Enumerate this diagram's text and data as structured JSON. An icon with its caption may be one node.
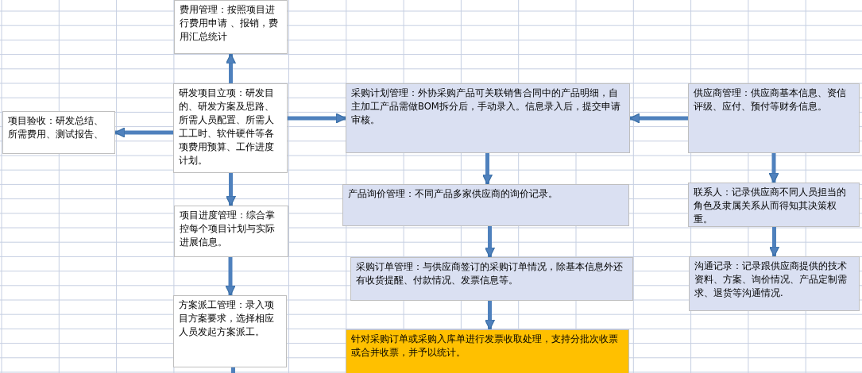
{
  "diagram": {
    "nodes": [
      {
        "text": [
          "费用管理：按照项目进行费用申请 、报销，费用汇总统计"
        ]
      },
      {
        "text": [
          "研发项目立项：研发目的、研发方案及思路、所需人员配置、所需人工工时、软件硬件等各项费用预算、工作进度计划。"
        ]
      },
      {
        "text": [
          "项目验收：研发总结、所需费用、测试报告、"
        ]
      },
      {
        "text": [
          "项目进度管理：综合掌控每个项目计划与实际进展信息。"
        ]
      },
      {
        "text": [
          "方案派工管理：录入项目方案要求，选择相应人员发起方案派工。"
        ]
      },
      {
        "text": [
          "采购计划管理：外协采购产品可关联销售合同中的产品明细，自主加工产品需做BOM拆分后，手动录入。信息录入后，提交申请审核。"
        ]
      },
      {
        "text": [
          "产品询价管理：不同产品多家供应商的询价记录。"
        ]
      },
      {
        "text": [
          "采购订单管理：与供应商签订的采购订单情况，除基本信息外还有收货提醒、付款情况、发票信息等。"
        ]
      },
      {
        "text": [
          "针对采购订单或采购入库单进行发票收取处理，支持分批次收票或合并收票，并予以统计。"
        ]
      },
      {
        "text": [
          "供应商管理：供应商基本信息、资信评级、应付、预付等财务信息。"
        ]
      },
      {
        "text": [
          "联系人：记录供应商不同人员担当的角色及隶属关系从而得知其决策权重。"
        ]
      },
      {
        "text": [
          "沟通记录：记录跟供应商提供的技术资料、方案、询价情况、产品定制需求、退货等沟通情况."
        ]
      }
    ],
    "edges": [
      {
        "from": 1,
        "to": 0,
        "arrow": "to"
      },
      {
        "from": 1,
        "to": 2,
        "arrow": "to"
      },
      {
        "from": 1,
        "to": 5,
        "arrow": "to"
      },
      {
        "from": 1,
        "to": 3,
        "arrow": "to"
      },
      {
        "from": 3,
        "to": 4,
        "arrow": "to"
      },
      {
        "from": 4,
        "to": null,
        "arrow": "none"
      },
      {
        "from": 9,
        "to": 5,
        "arrow": "to"
      },
      {
        "from": 5,
        "to": 6,
        "arrow": "to"
      },
      {
        "from": 6,
        "to": 7,
        "arrow": "to"
      },
      {
        "from": 7,
        "to": 8,
        "arrow": "to"
      },
      {
        "from": 9,
        "to": 10,
        "arrow": "to"
      },
      {
        "from": 10,
        "to": 11,
        "arrow": "to"
      }
    ]
  }
}
